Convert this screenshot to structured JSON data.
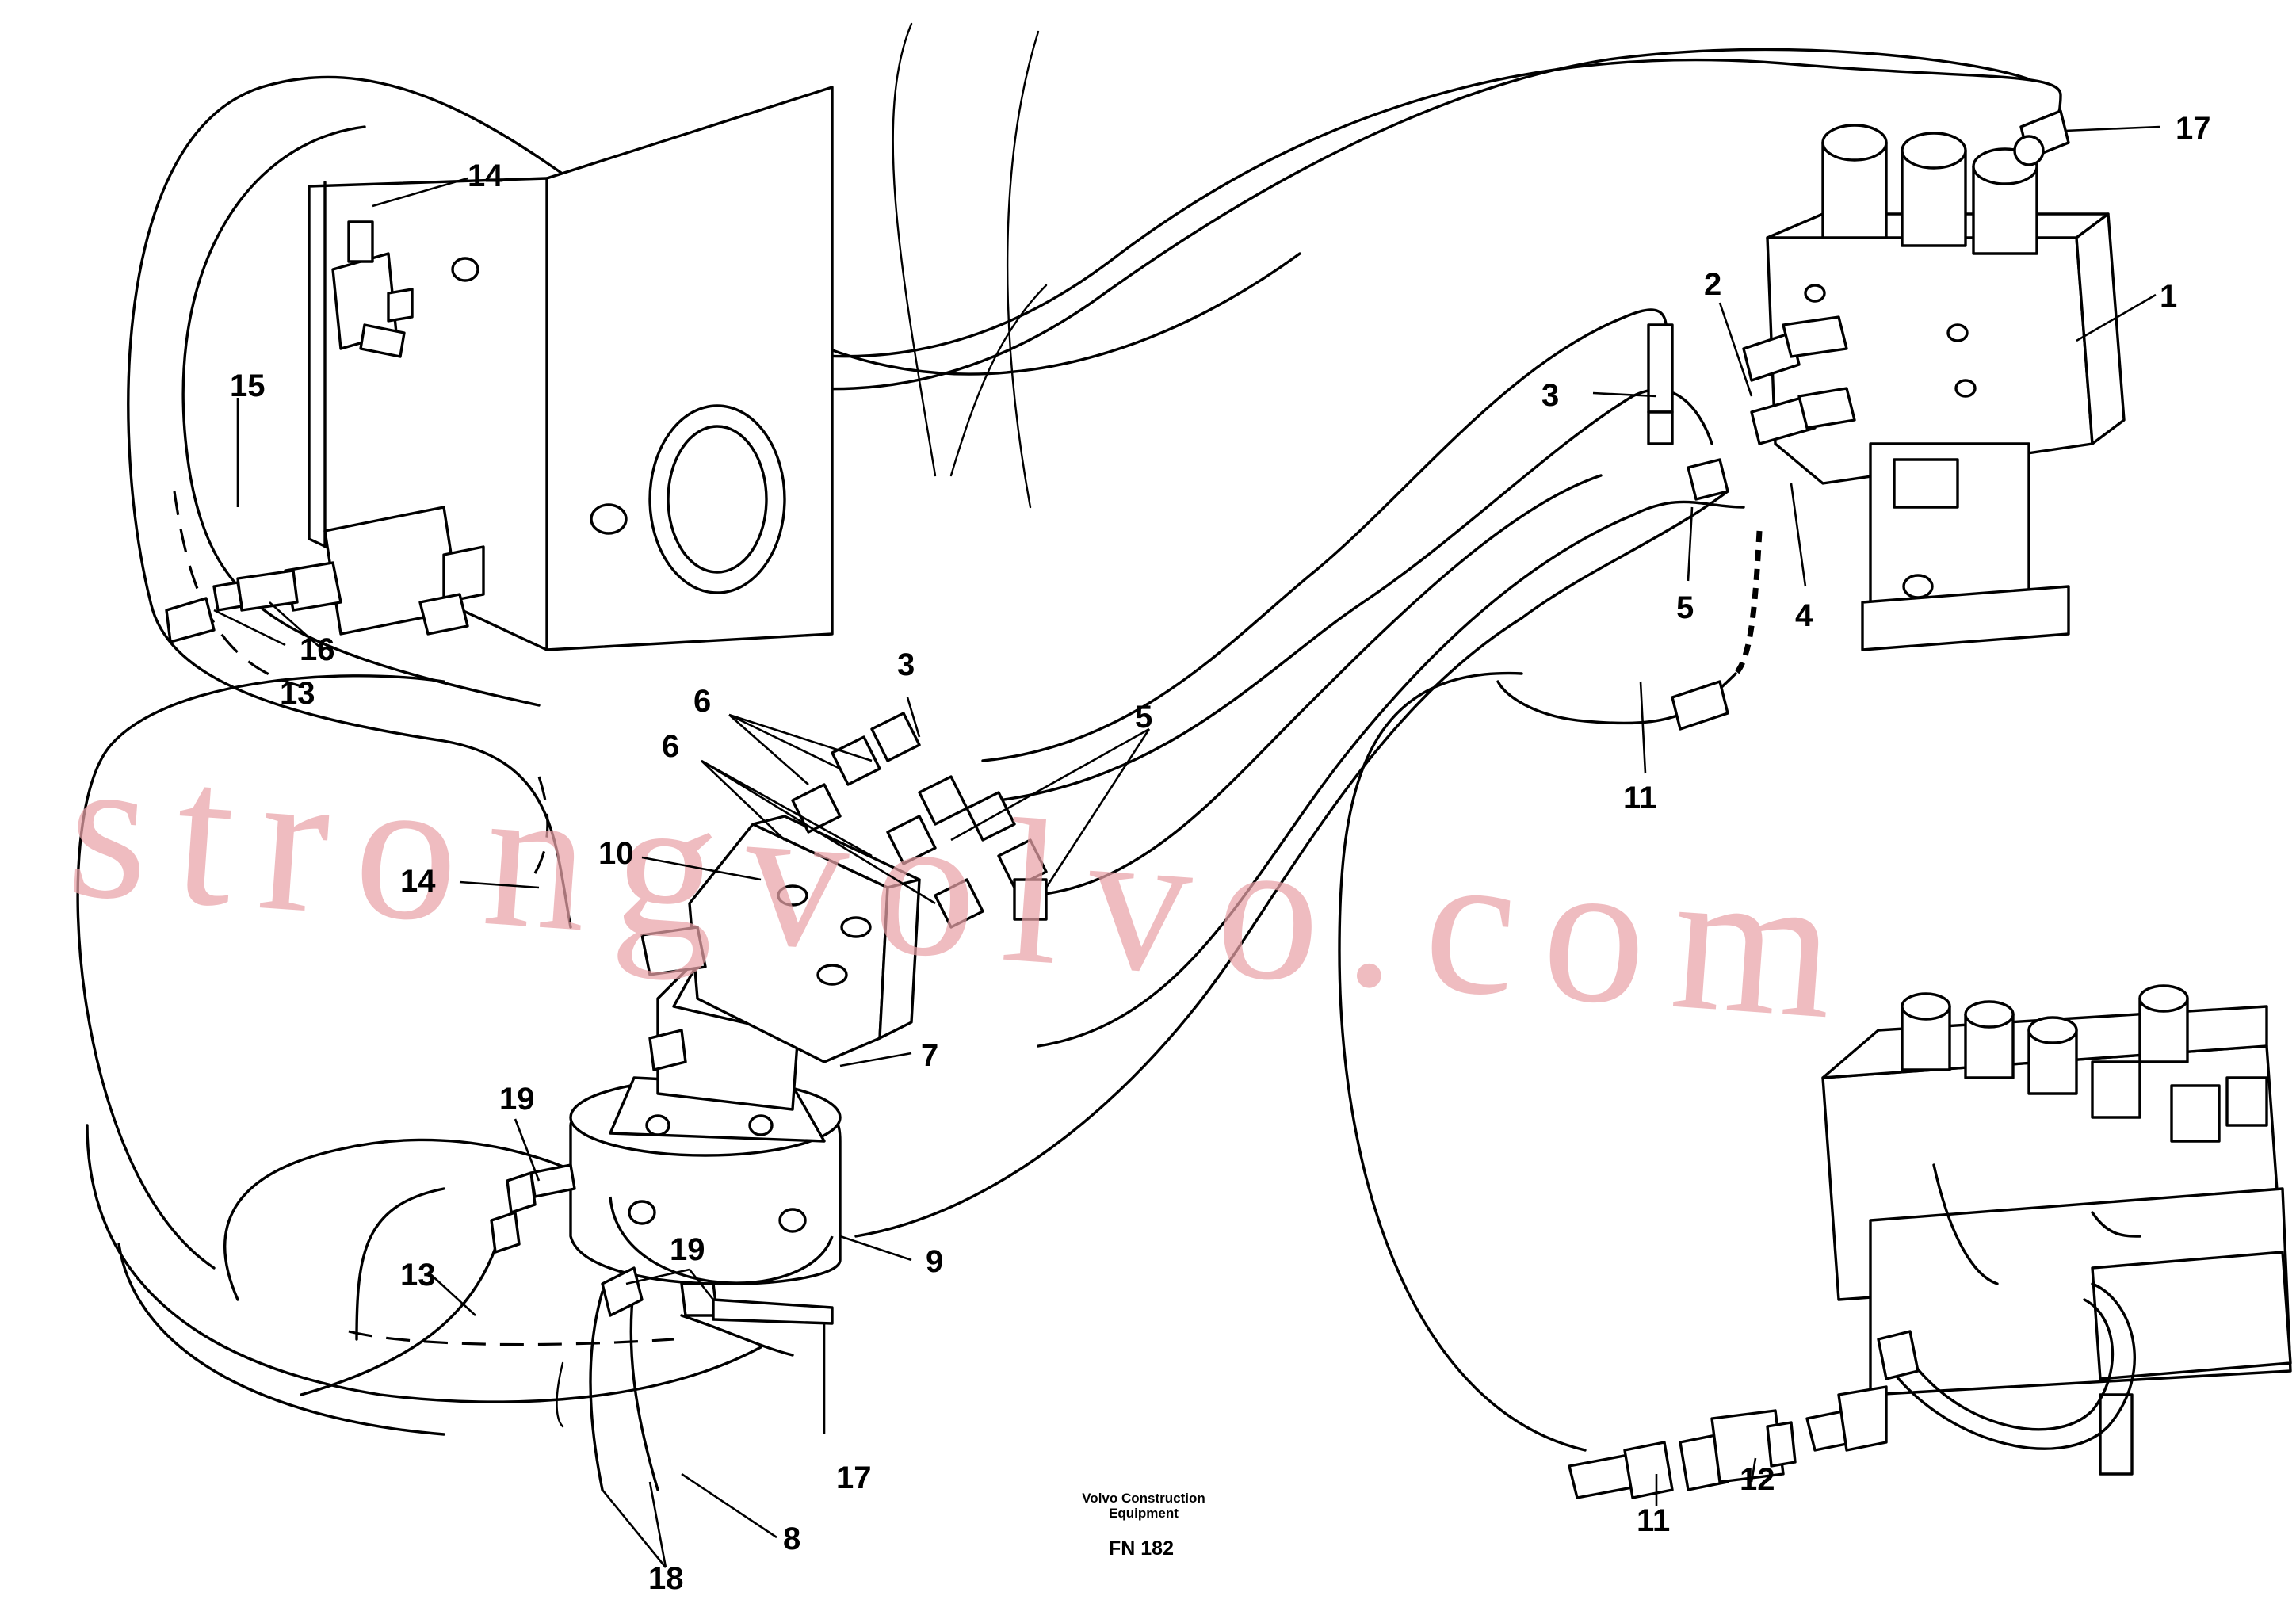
{
  "diagram": {
    "callouts": {
      "c1": "1",
      "c2": "2",
      "c3a": "3",
      "c3b": "3",
      "c4": "4",
      "c5a": "5",
      "c5b": "5",
      "c6a": "6",
      "c6b": "6",
      "c7": "7",
      "c8": "8",
      "c9": "9",
      "c10": "10",
      "c11a": "11",
      "c11b": "11",
      "c12": "12",
      "c13a": "13",
      "c13b": "13",
      "c14a": "14",
      "c14b": "14",
      "c15": "15",
      "c16": "16",
      "c17a": "17",
      "c17b": "17",
      "c18": "18",
      "c19a": "19",
      "c19b": "19"
    },
    "caption": {
      "line1": "Volvo Construction",
      "line2": "Equipment",
      "code": "FN 182"
    },
    "watermark": "strongvolvo.com"
  }
}
